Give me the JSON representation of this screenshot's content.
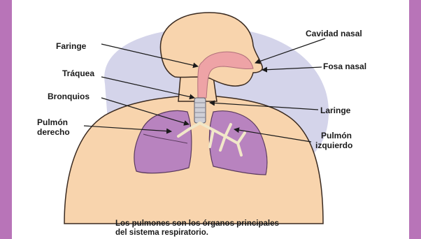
{
  "colors": {
    "frame": "#b874b8",
    "background_blob": "#d4d4ea",
    "skin": "#f8d4ad",
    "skin_outline": "#3a2a20",
    "airway": "#eea3a6",
    "trachea": "#cfcfd6",
    "lung": "#b883bf",
    "bronchi": "#f1e7c9"
  },
  "labels": {
    "faringe": "Faringe",
    "traquea": "Tráquea",
    "bronquios": "Bronquios",
    "pulmon_derecho_line1": "Pulmón",
    "pulmon_derecho_line2": "derecho",
    "cavidad_nasal": "Cavidad nasal",
    "fosa_nasal": "Fosa nasal",
    "laringe": "Laringe",
    "pulmon_izquierdo_line1": "Pulmón",
    "pulmon_izquierdo_line2": "izquierdo"
  },
  "caption": {
    "line1": "Los pulmones son los órganos principales",
    "line2": "del sistema respiratorio."
  }
}
